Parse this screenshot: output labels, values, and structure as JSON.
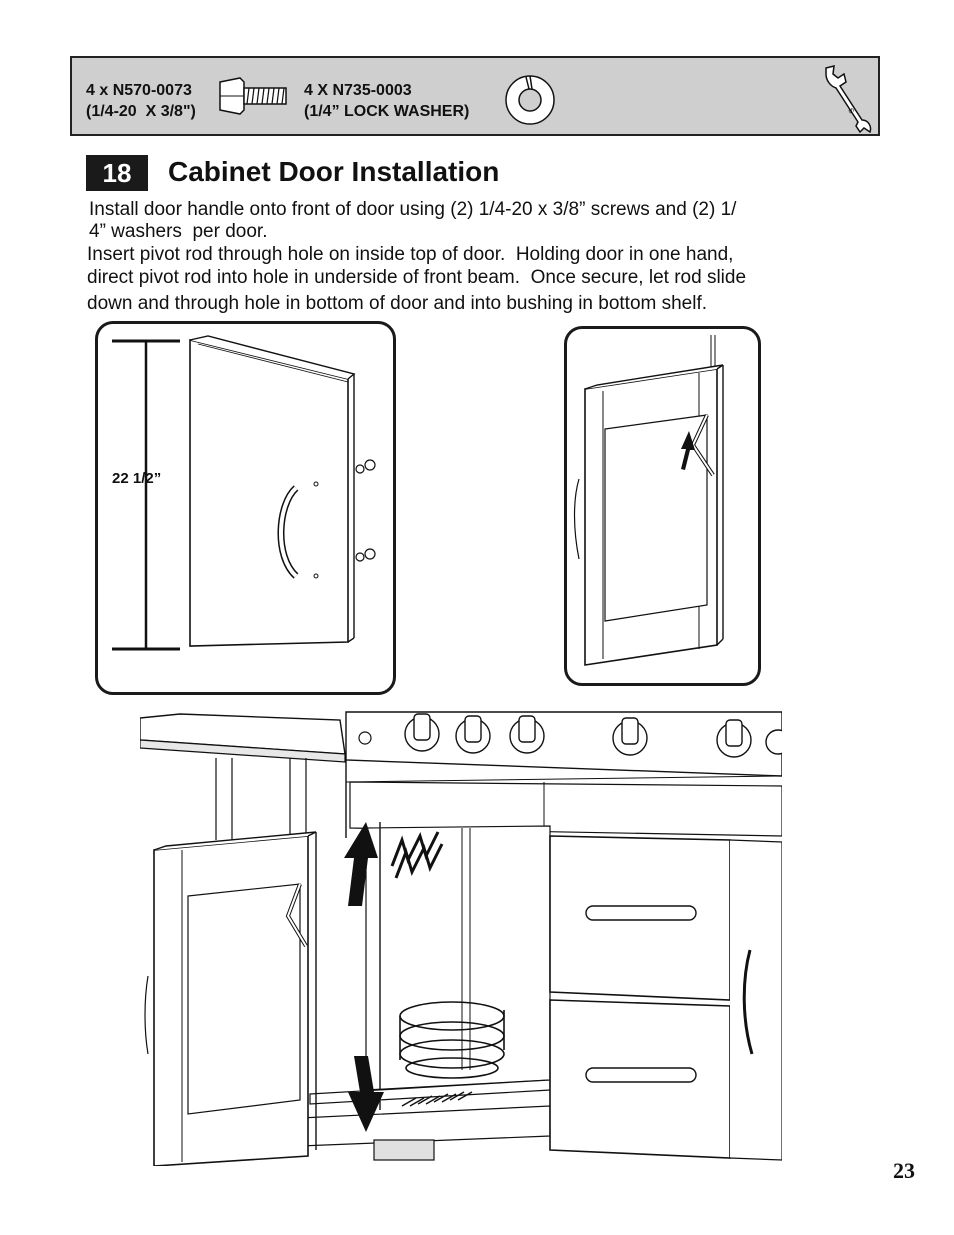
{
  "parts": {
    "screw": {
      "line1": "4 x N570-0073",
      "line2": "(1/4-20  X 3/8\")"
    },
    "washer": {
      "line1": "4 X N735-0003",
      "line2": "(1/4” LOCK WASHER)"
    },
    "icons": [
      "screw-icon",
      "lock-washer-icon",
      "wrench-icon"
    ]
  },
  "step": {
    "number": "18",
    "title": "Cabinet Door Installation",
    "paragraph1": {
      "line1": "Install door handle onto front of door using (2) 1/4-20 x 3/8” screws and (2) 1/",
      "line2": "4” washers  per door."
    },
    "paragraph2": {
      "line1": "Insert pivot rod through hole on inside top of door.  Holding door in one hand,",
      "line2": "direct pivot rod into hole in underside of front beam.  Once secure, let rod slide",
      "line3": "down and through hole in bottom of door and into bushing in bottom shelf."
    }
  },
  "figures": {
    "door_height": "22 1/2”"
  },
  "page_number": "23"
}
